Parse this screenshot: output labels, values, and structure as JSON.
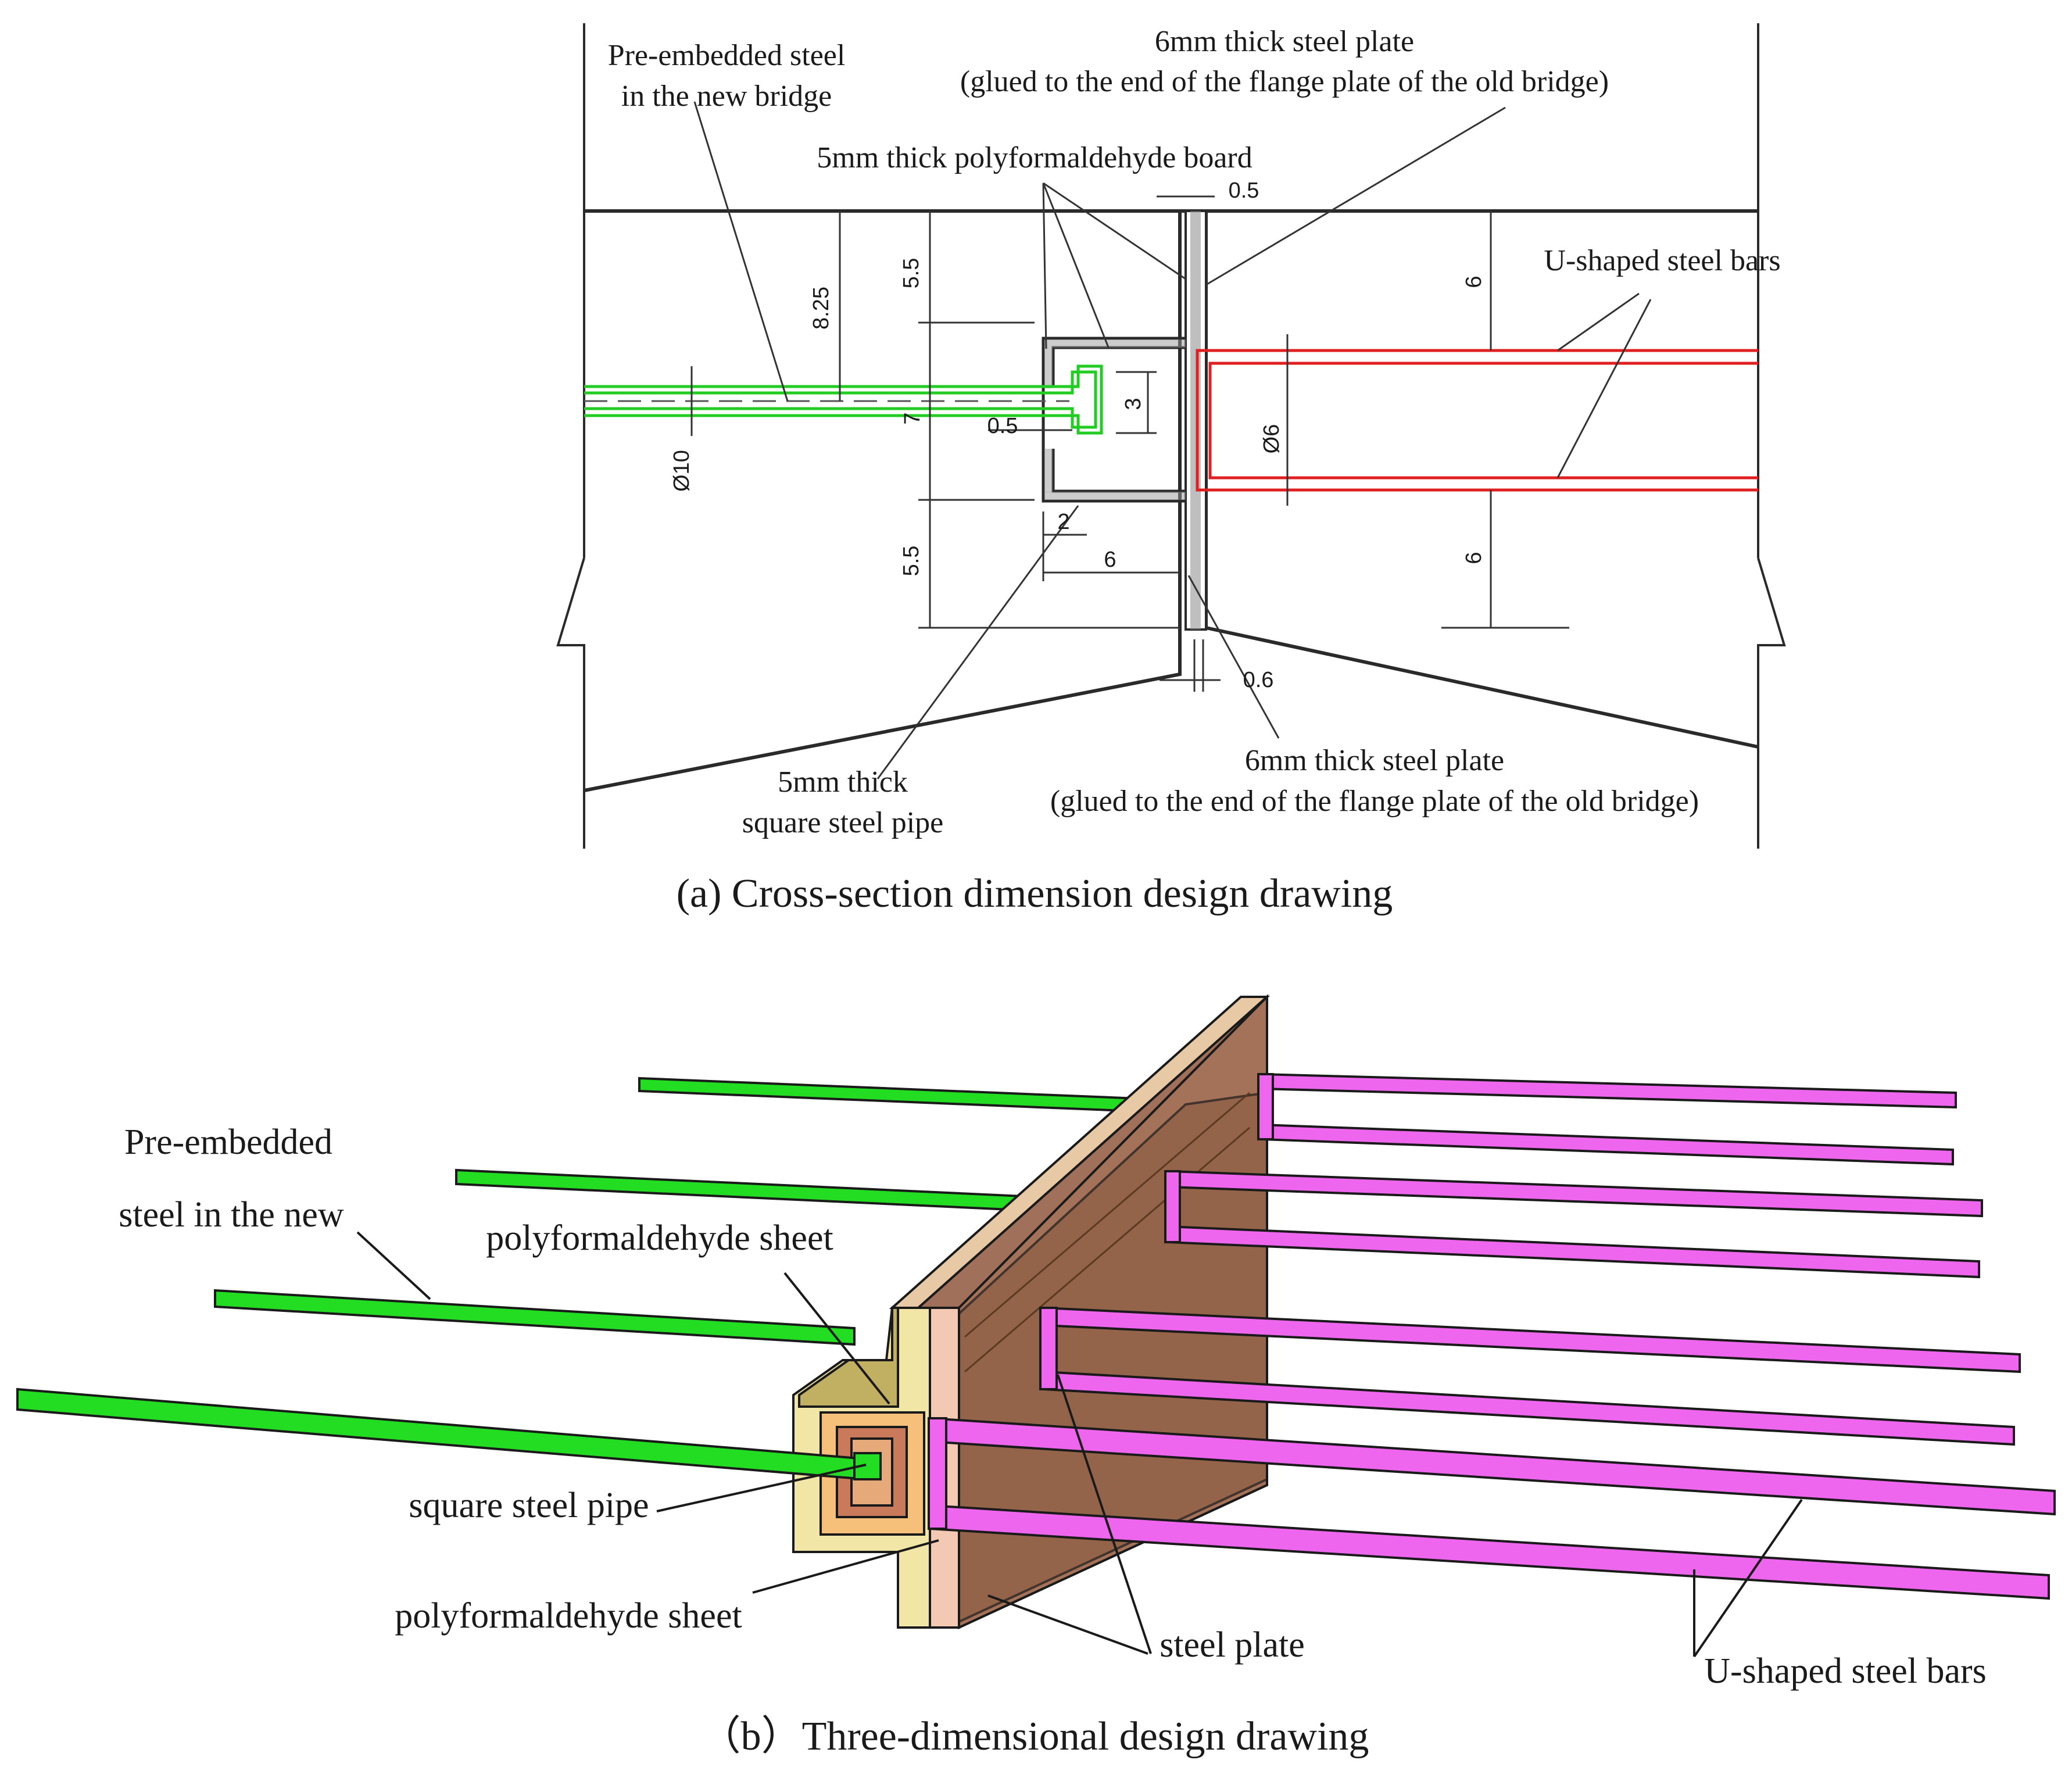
{
  "panel_a": {
    "labels": {
      "pre_embedded_line1": "Pre-embedded steel",
      "pre_embedded_line2": "in the new bridge",
      "plate_top_line1": "6mm thick steel plate",
      "plate_top_line2": "(glued to the end of the flange plate of the old bridge)",
      "poly_board": "5mm thick polyformaldehyde board",
      "u_bars": "U-shaped steel bars",
      "pipe_line1": "5mm thick",
      "pipe_line2": "square steel pipe",
      "plate_bottom_line1": "6mm thick steel plate",
      "plate_bottom_line2": "(glued to the end of the flange plate of the old bridge)"
    },
    "dimensions": {
      "d_0_5_top": "0.5",
      "d_8_25": "8.25",
      "d_5_5_top": "5.5",
      "d_5_5_bottom": "5.5",
      "d_7": "7",
      "d_0_5_mid": "0.5",
      "d_3": "3",
      "d_phi10": "Ø10",
      "d_phi6": "Ø6",
      "d_6_right_top": "6",
      "d_6_right_bottom": "6",
      "d_2": "2",
      "d_6_bottom": "6",
      "d_0_6": "0.6"
    },
    "caption": "(a)  Cross-section dimension design drawing",
    "colors": {
      "embedded_steel": "#22cc22",
      "u_bars": "#e02020",
      "lines": "#2a2a2a"
    }
  },
  "panel_b": {
    "labels": {
      "pre_embedded_line1": "Pre-embedded",
      "pre_embedded_line2": "steel in the new",
      "poly_sheet_top": "polyformaldehyde sheet",
      "square_pipe": "square steel pipe",
      "poly_sheet_bottom": "polyformaldehyde sheet",
      "steel_plate": "steel plate",
      "u_bars": "U-shaped  steel bars"
    },
    "caption": "（b）Three-dimensional design drawing",
    "colors": {
      "green_bars": "#22dd22",
      "pink_bars": "#ee66ee",
      "steel_plate": "#a0705a",
      "poly_sheet": "#f2e6a6"
    }
  }
}
